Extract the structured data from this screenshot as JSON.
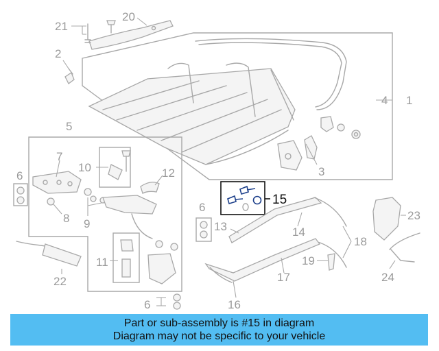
{
  "callouts": {
    "c1": "1",
    "c2": "2",
    "c3": "3",
    "c4": "4",
    "c5": "5",
    "c6a": "6",
    "c6b": "6",
    "c6c": "6",
    "c7": "7",
    "c8": "8",
    "c9": "9",
    "c10": "10",
    "c11": "11",
    "c12": "12",
    "c13": "13",
    "c14": "14",
    "c15": "15",
    "c16": "16",
    "c17": "17",
    "c18": "18",
    "c19": "19",
    "c20": "20",
    "c21": "21",
    "c22": "22",
    "c23": "23",
    "c24": "24"
  },
  "highlight": {
    "part_number": "15"
  },
  "banner": {
    "line1": "Part or sub-assembly is #15 in diagram",
    "line2": "Diagram may not be specific to your vehicle"
  },
  "colors": {
    "banner": "#53bdf2",
    "highlight_part": "#1c3f8a",
    "lines": "#a8a8a8"
  }
}
